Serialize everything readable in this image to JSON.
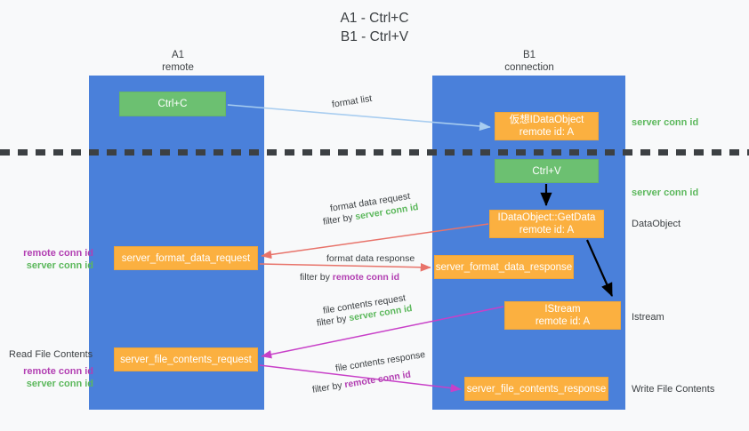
{
  "title": "A1 - Ctrl+C\nB1 - Ctrl+V",
  "colors": {
    "lane": "#4a80da",
    "node_green": "#6cc071",
    "node_orange": "#fbb040",
    "server_conn": "#5cb85c",
    "remote_conn": "#b23fb2",
    "background": "#f8f9fa",
    "arrow_blue": "#a8cdf0",
    "arrow_red": "#e8736a",
    "arrow_magenta": "#c840c8",
    "arrow_black": "#000000",
    "dash": "#3c4043"
  },
  "lanes": [
    {
      "id": "a1",
      "header": "A1\nremote"
    },
    {
      "id": "b1",
      "header": "B1\nconnection"
    }
  ],
  "nodes": {
    "ctrl_c": "Ctrl+C",
    "virtual_idataobject": "仮想IDataObject\nremote id: A",
    "ctrl_v": "Ctrl+V",
    "idataobject_getdata": "IDataObject::GetData\nremote id: A",
    "server_format_data_response": "server_format_data_response",
    "istream": "IStream\nremote id: A",
    "server_format_data_request": "server_format_data_request",
    "server_file_contents_request": "server_file_contents_request",
    "server_file_contents_response": "server_file_contents_response"
  },
  "right_labels": {
    "server_conn_id_1": "server conn id",
    "server_conn_id_2": "server conn id",
    "dataobject": "DataObject",
    "istream": "Istream",
    "write_file_contents": "Write File Contents"
  },
  "left_labels": {
    "remote_conn_id_1": "remote conn id",
    "server_conn_id_1": "server conn id",
    "read_file_contents": "Read File Contents",
    "remote_conn_id_2": "remote conn id",
    "server_conn_id_2": "server conn id"
  },
  "edges": {
    "format_list": "format list",
    "format_data_request": "format data request",
    "filter_by_prefix": "filter by",
    "server_conn_id": "server conn id",
    "format_data_response": "format data response",
    "remote_conn_id": "remote conn id",
    "file_contents_request": "file contents request",
    "file_contents_response": "file contents response"
  }
}
